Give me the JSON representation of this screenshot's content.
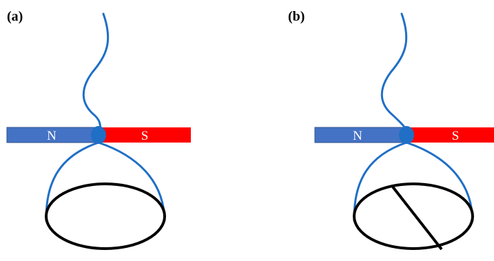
{
  "colors": {
    "background": "#ffffff",
    "north_pole": "#4472c4",
    "north_pole_edge": "#2f528f",
    "south_pole": "#ff0000",
    "string": "#1f6fc6",
    "bead": "#1f6fc6",
    "loop": "#000000"
  },
  "panels": [
    {
      "label": "(a)",
      "north_label": "N",
      "south_label": "S",
      "loop_has_chord": false
    },
    {
      "label": "(b)",
      "north_label": "N",
      "south_label": "S",
      "loop_has_chord": true
    }
  ]
}
